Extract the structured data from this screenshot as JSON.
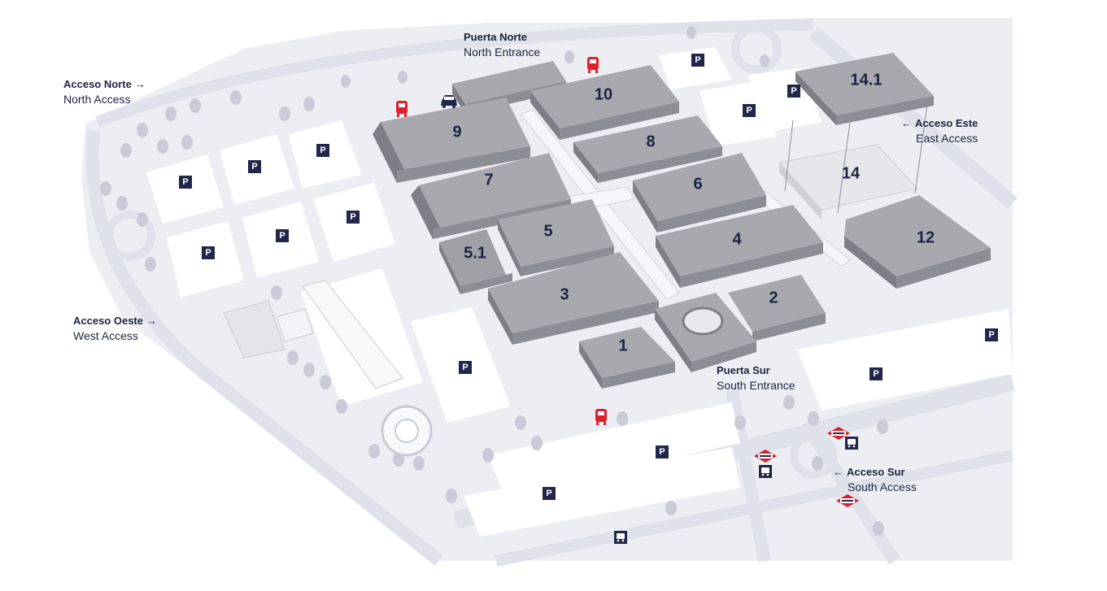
{
  "halls": [
    {
      "id": "h10",
      "label": "10"
    },
    {
      "id": "h9",
      "label": "9"
    },
    {
      "id": "h8",
      "label": "8"
    },
    {
      "id": "h7",
      "label": "7"
    },
    {
      "id": "h6",
      "label": "6"
    },
    {
      "id": "h5",
      "label": "5"
    },
    {
      "id": "h51",
      "label": "5.1"
    },
    {
      "id": "h4",
      "label": "4"
    },
    {
      "id": "h3",
      "label": "3"
    },
    {
      "id": "h2",
      "label": "2"
    },
    {
      "id": "h1",
      "label": "1"
    },
    {
      "id": "h141",
      "label": "14.1"
    },
    {
      "id": "h14",
      "label": "14"
    },
    {
      "id": "h12",
      "label": "12"
    }
  ],
  "entrances": {
    "north_gate": {
      "title": "Puerta Norte",
      "subtitle": "North Entrance"
    },
    "north_access": {
      "title": "Acceso Norte",
      "subtitle": "North Access",
      "arrow": "→"
    },
    "west_access": {
      "title": "Acceso Oeste",
      "subtitle": "West Access",
      "arrow": "→"
    },
    "east_access": {
      "title": "Acceso Este",
      "subtitle": "East Access",
      "arrow": "←"
    },
    "south_gate": {
      "title": "Puerta Sur",
      "subtitle": "South Entrance"
    },
    "south_access": {
      "title": "Acceso Sur",
      "subtitle": "South Access",
      "arrow": "←"
    }
  },
  "parking_label": "P",
  "icons": {
    "parking": "parking-icon",
    "coach": "coach-bus-icon",
    "taxi": "taxi-icon",
    "city_bus": "city-bus-icon",
    "metro": "metro-icon",
    "tree": "tree-icon"
  },
  "colors": {
    "hall_top": "#a7a9af",
    "hall_side": "#7d7f86",
    "ground": "#eceef3",
    "lot": "#ffffff",
    "road": "#dfe2ea",
    "text": "#1c2340",
    "badge": "#22264a",
    "coach": "#e11f2b",
    "metro": "#d7242c"
  }
}
